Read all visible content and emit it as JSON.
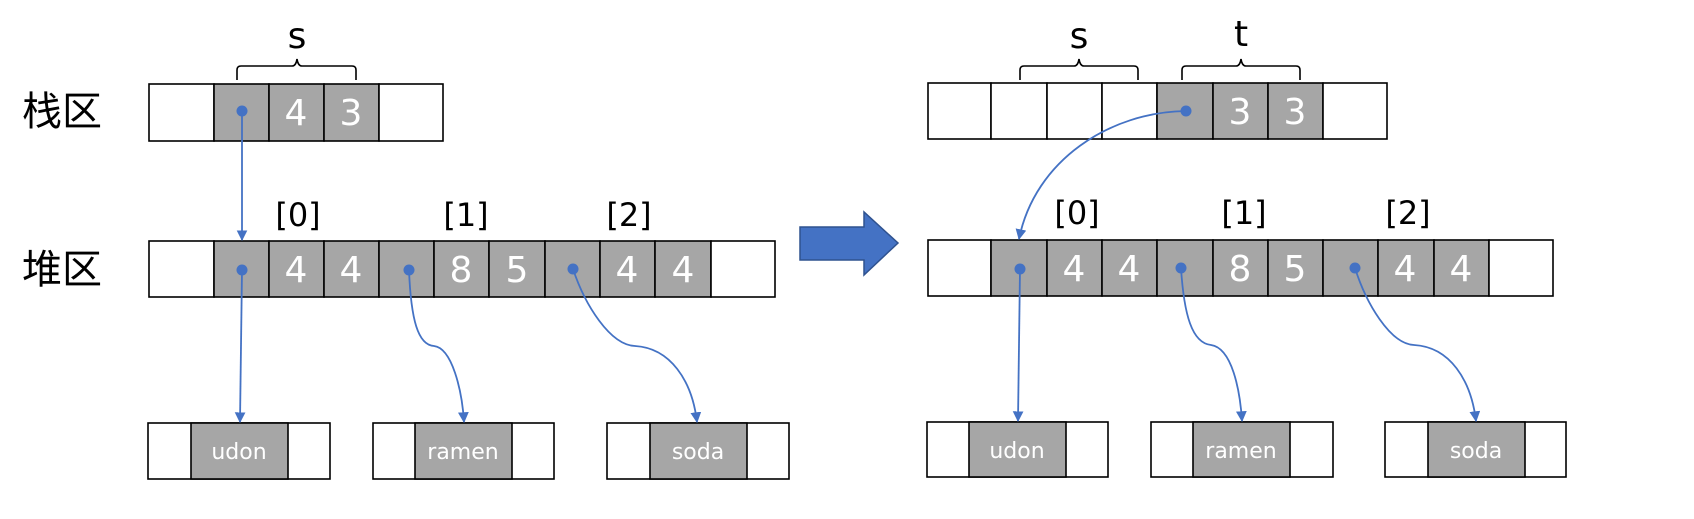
{
  "labels": {
    "stack_region": "栈区",
    "heap_region": "堆区",
    "var_s": "s",
    "var_t": "t"
  },
  "left": {
    "stack_values": [
      "4",
      "3"
    ],
    "indices": [
      "[0]",
      "[1]",
      "[2]"
    ],
    "heap_values": [
      "4",
      "4",
      "8",
      "5",
      "4",
      "4"
    ],
    "strings": [
      "udon",
      "ramen",
      "soda"
    ]
  },
  "right": {
    "stack_values": [
      "3",
      "3"
    ],
    "indices": [
      "[0]",
      "[1]",
      "[2]"
    ],
    "heap_values": [
      "4",
      "4",
      "8",
      "5",
      "4",
      "4"
    ],
    "strings": [
      "udon",
      "ramen",
      "soda"
    ]
  },
  "colors": {
    "pointer": "#4472c4",
    "filled_cell": "#a6a6a6",
    "arrow": "#4472c4"
  }
}
